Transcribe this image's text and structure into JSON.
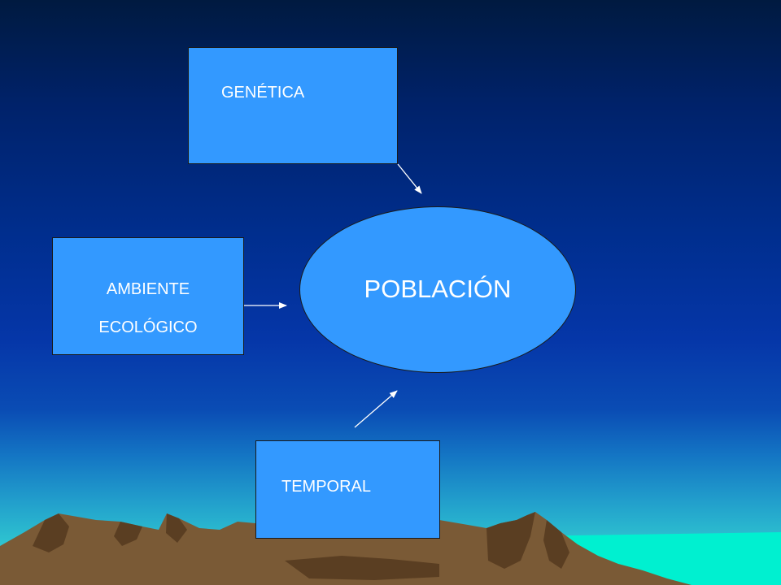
{
  "diagram": {
    "boxes": {
      "genetica": "GENÉTICA",
      "ambiente_line1": "AMBIENTE",
      "ambiente_line2": "ECOLÓGICO",
      "temporal": "TEMPORAL"
    },
    "center": "POBLACIÓN"
  },
  "colors": {
    "box_fill": "#3399ff",
    "text": "#ffffff",
    "arrow": "#ffffff",
    "mountain": "#7a5a36",
    "sea": "#00f0d0"
  }
}
